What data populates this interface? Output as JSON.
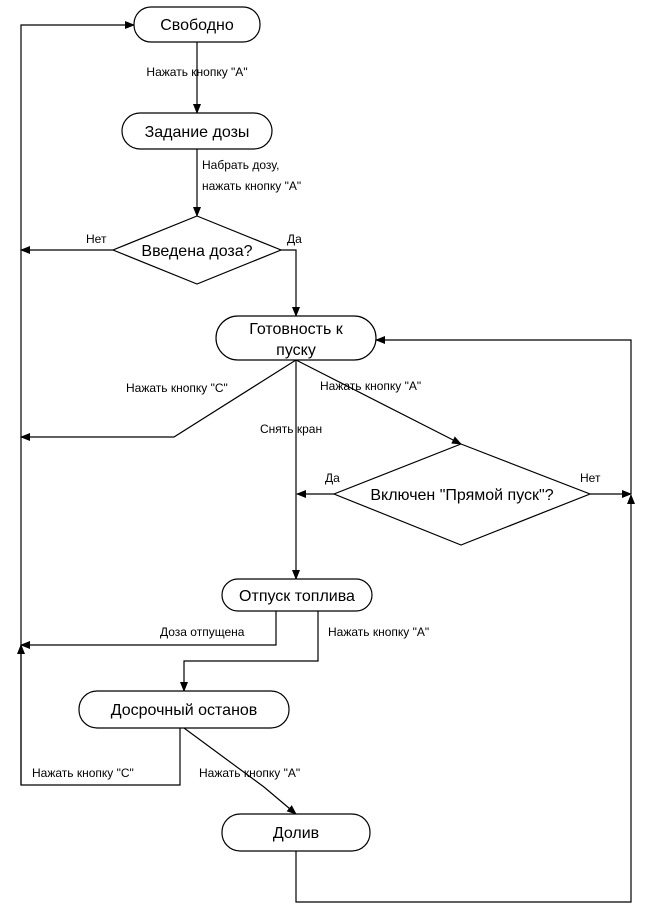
{
  "nodes": {
    "free": "Свободно",
    "dose_setting": "Задание дозы",
    "dose_entered": "Введена доза?",
    "ready_line1": "Готовность к",
    "ready_line2": "пуску",
    "direct_start": "Включен \"Прямой пуск\"?",
    "dispensing": "Отпуск топлива",
    "early_stop": "Досрочный останов",
    "topup": "Долив"
  },
  "edges": {
    "press_a_1": "Нажать кнопку \"А\"",
    "enter_dose_line1": "Набрать дозу,",
    "enter_dose_line2": "нажать кнопку \"А\"",
    "no_1": "Нет",
    "yes_1": "Да",
    "press_c_1": "Нажать кнопку \"С\"",
    "press_a_2": "Нажать кнопку \"А\"",
    "remove_nozzle": "Снять кран",
    "yes_2": "Да",
    "no_2": "Нет",
    "dose_dispensed": "Доза отпущена",
    "press_a_3": "Нажать кнопку \"А\"",
    "press_c_2": "Нажать кнопку \"С\"",
    "press_a_4": "Нажать кнопку \"А\""
  }
}
